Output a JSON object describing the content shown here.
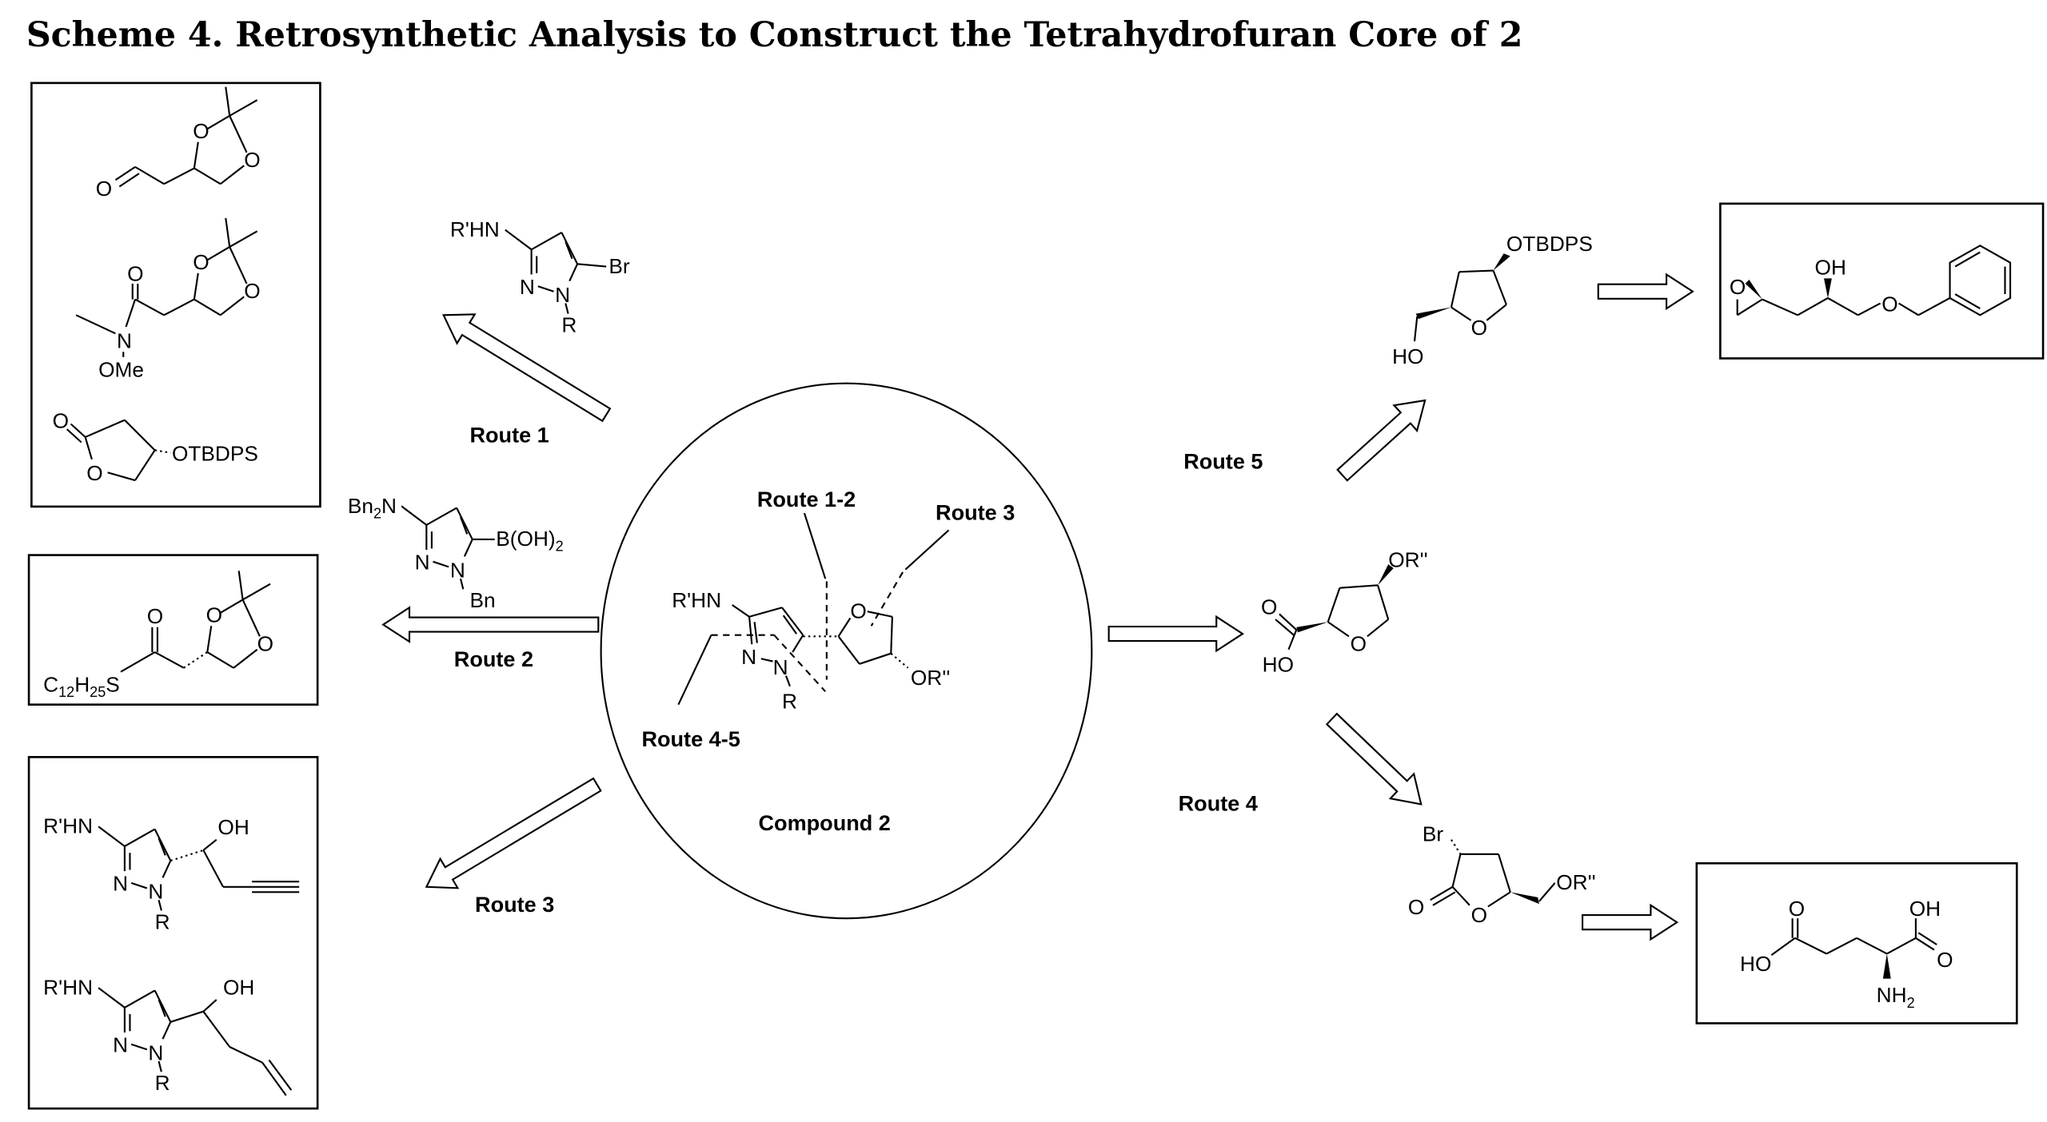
{
  "title": "Scheme 4. Retrosynthetic Analysis to Construct the Tetrahydrofuran Core of 2",
  "routes": {
    "route1": "Route 1",
    "route2": "Route 2",
    "route3": "Route 3",
    "route4": "Route 4",
    "route5": "Route 5"
  },
  "center": {
    "compound_label": "Compound 2",
    "cut_route_1_2": "Route 1-2",
    "cut_route_3": "Route 3",
    "cut_route_4_5": "Route 4-5"
  },
  "labels": {
    "O": "O",
    "N": "N",
    "R": "R",
    "OH": "OH",
    "HO": "HO",
    "Br": "Br",
    "Bn": "Bn",
    "OMe": "OMe",
    "OTBDPS": "OTBDPS",
    "amine": "R'HN",
    "OR2": "OR''"
  },
  "formulas": {
    "bn2n": {
      "a": "Bn",
      "sub": "2",
      "b": "N"
    },
    "boronic": {
      "a": "B(OH)",
      "sub": "2"
    },
    "thioester": {
      "a": "C",
      "sub1": "12",
      "b": "H",
      "sub2": "25",
      "c": "S"
    },
    "nh2": {
      "a": "NH",
      "sub": "2"
    }
  }
}
